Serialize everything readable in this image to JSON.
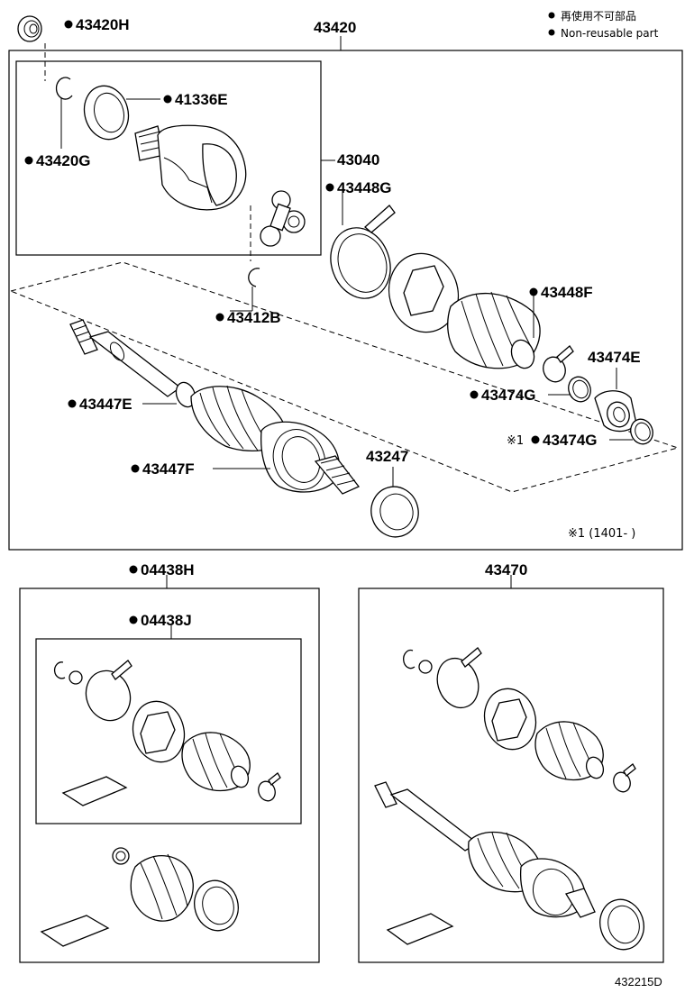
{
  "legend": {
    "line1": "再使用不可部品",
    "line2": "Non-reusable part"
  },
  "labels": {
    "p43420H": "43420H",
    "p43420": "43420",
    "p41336E": "41336E",
    "p43420G": "43420G",
    "p43040": "43040",
    "p43448G": "43448G",
    "p43412B": "43412B",
    "p43448F": "43448F",
    "p43474E": "43474E",
    "p43447E": "43447E",
    "p43474G_a": "43474G",
    "p43474G_b": "43474G",
    "p43447F": "43447F",
    "p43247": "43247",
    "p04438H": "04438H",
    "p04438J": "04438J",
    "p43470": "43470"
  },
  "notes": {
    "ref_mark": "※1",
    "ref_range": "※1 (1401-   )"
  },
  "diagram_code": "432215D"
}
